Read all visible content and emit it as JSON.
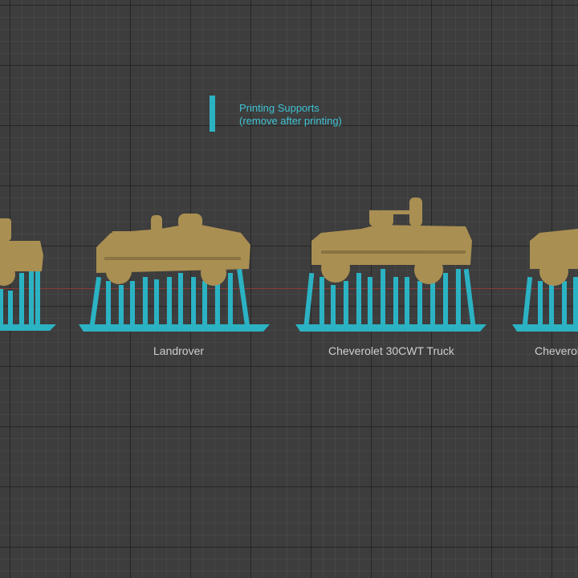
{
  "legend": {
    "line1": "Printing Supports",
    "line2": "(remove after printing)"
  },
  "models": [
    {
      "label": ""
    },
    {
      "label": "Landrover"
    },
    {
      "label": "Cheverolet 30CWT Truck"
    },
    {
      "label": "Cheverol"
    }
  ],
  "colors": {
    "background": "#3d3d3d",
    "support": "#2bb3c4",
    "model": "#a98f52",
    "axis": "#8a3a3a"
  }
}
